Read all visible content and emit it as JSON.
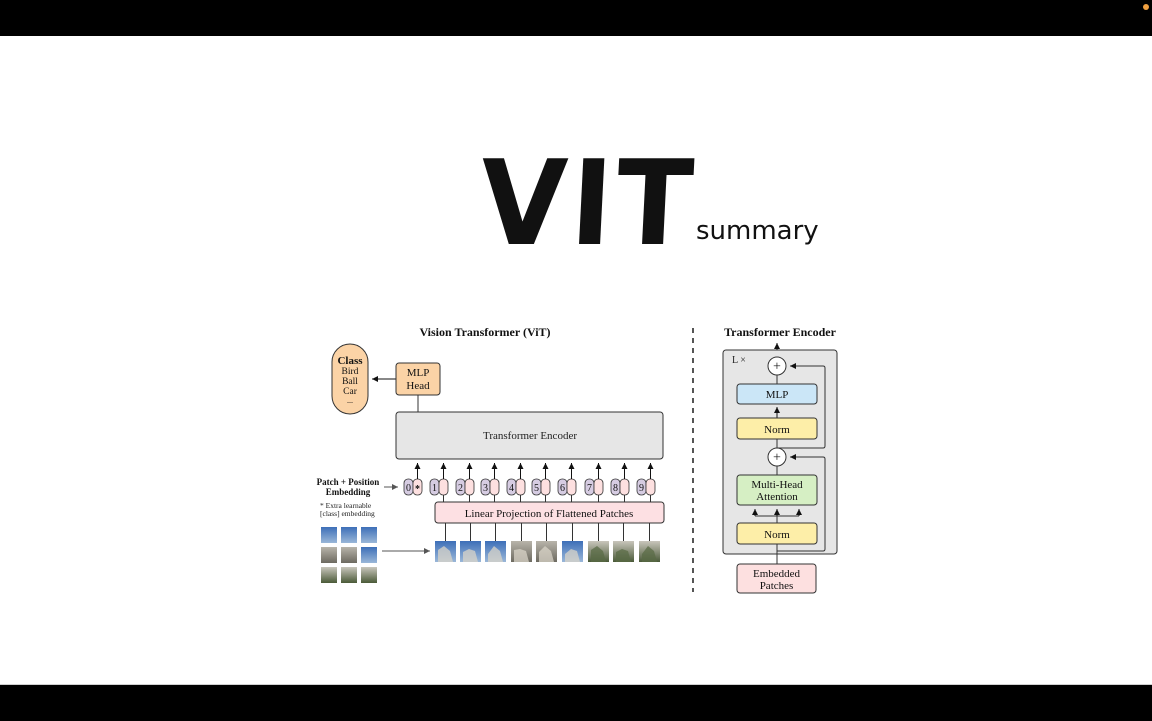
{
  "slide": {
    "title": "VIT",
    "subtitle": "summary",
    "recording_indicator_color": "#f0a040"
  },
  "vit_diagram": {
    "title": "Vision Transformer (ViT)",
    "class_box": {
      "heading": "Class",
      "items": [
        "Bird",
        "Ball",
        "Car",
        "..."
      ]
    },
    "mlp_head": [
      "MLP",
      "Head"
    ],
    "transformer_encoder": "Transformer Encoder",
    "patch_position_label": [
      "Patch + Position",
      "Embedding"
    ],
    "extra_note": [
      "* Extra learnable",
      "[class] embedding"
    ],
    "tokens": [
      "0",
      "1",
      "2",
      "3",
      "4",
      "5",
      "6",
      "7",
      "8",
      "9"
    ],
    "class_token_marker": "*",
    "linear_projection": "Linear Projection of Flattened Patches",
    "patch_count": 9
  },
  "encoder_diagram": {
    "title": "Transformer Encoder",
    "repeat_label": "L ×",
    "plus_symbol": "+",
    "mlp": "MLP",
    "norm": "Norm",
    "attention": [
      "Multi-Head",
      "Attention"
    ],
    "embedded_patches": [
      "Embedded",
      "Patches"
    ]
  },
  "colors": {
    "class_fill": "#fbd3a6",
    "mlp_head_fill": "#fbd3a6",
    "encoder_fill": "#e6e6e6",
    "token_pos_fill": "#d6cce2",
    "token_emb_fill": "#fde0e0",
    "projection_fill": "#fde0e3",
    "mlp_fill": "#cbe6f7",
    "norm_fill": "#fdeea8",
    "attention_fill": "#d6efc4",
    "embedded_fill": "#fde0e0"
  }
}
